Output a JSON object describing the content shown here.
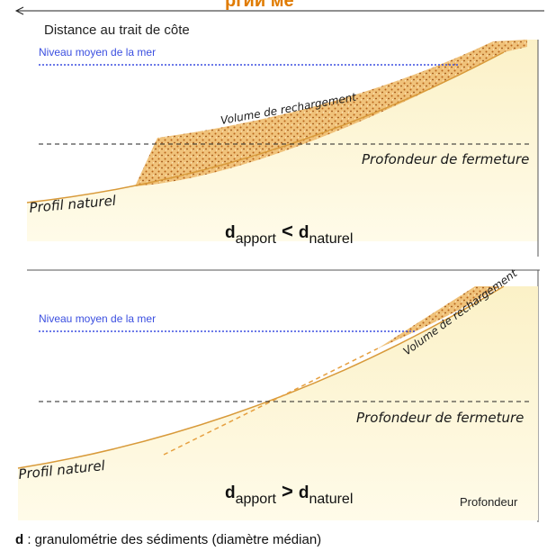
{
  "header": {
    "title_fragment": "ргий ме",
    "axis_label": "Distance au trait de côte"
  },
  "panel_top": {
    "sea_level": "Niveau moyen de la mer",
    "recharge": "Volume de rechargement",
    "closure": "Profondeur de fermeture",
    "profile": "Profil naturel",
    "cond_d1": "d",
    "cond_sub1": "apport",
    "cond_op": "<",
    "cond_d2": "d",
    "cond_sub2": "naturel"
  },
  "panel_bottom": {
    "sea_level": "Niveau moyen de la mer",
    "recharge": "Volume de rechargement",
    "closure": "Profondeur de fermeture",
    "profile": "Profil naturel",
    "cond_d1": "d",
    "cond_sub1": "apport",
    "cond_op": ">",
    "cond_d2": "d",
    "cond_sub2": "naturel",
    "depth_label": "Profondeur"
  },
  "footer": {
    "bold": "d",
    "text": " : granulométrie des sédiments (diamètre médian)"
  },
  "colors": {
    "sand_light": "#fbf5d6",
    "sand_fill": "#f0c27a",
    "sand_dots": "#b8651a",
    "sea_level_line": "#3b4fe0",
    "title": "#e07b00"
  }
}
